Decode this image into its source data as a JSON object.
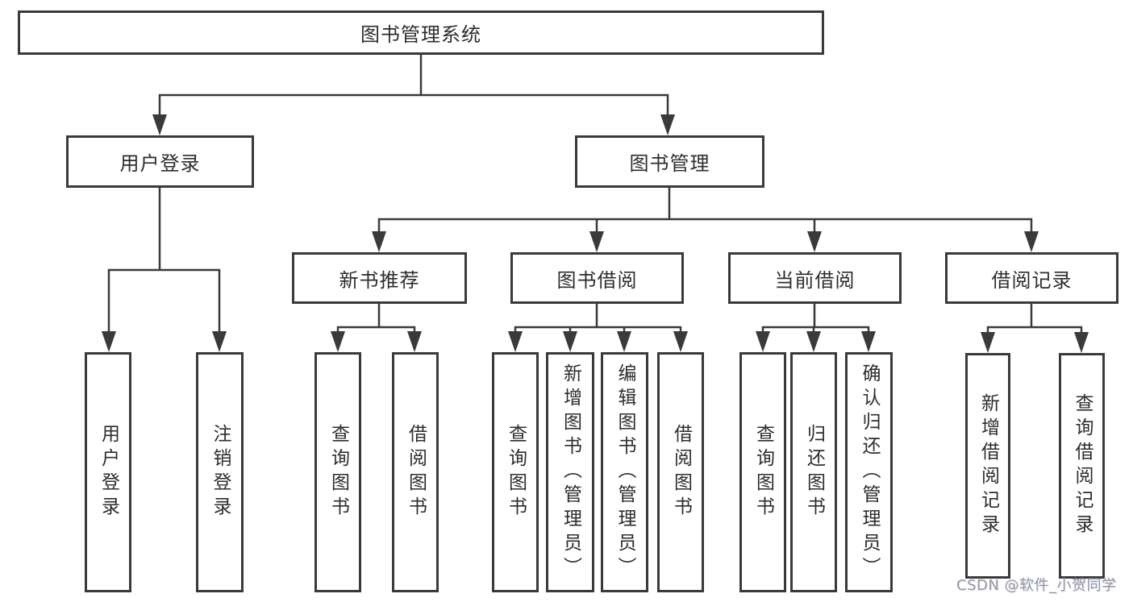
{
  "diagram": {
    "root": {
      "label": "图书管理系统"
    },
    "branches": [
      {
        "label": "用户登录",
        "children": [
          {
            "label": "用户登录"
          },
          {
            "label": "注销登录"
          }
        ]
      },
      {
        "label": "图书管理",
        "children": [
          {
            "label": "新书推荐",
            "children": [
              {
                "label": "查询图书"
              },
              {
                "label": "借阅图书"
              }
            ]
          },
          {
            "label": "图书借阅",
            "children": [
              {
                "label": "查询图书"
              },
              {
                "label": "新增图书（管理员）"
              },
              {
                "label": "编辑图书（管理员）"
              },
              {
                "label": "借阅图书"
              }
            ]
          },
          {
            "label": "当前借阅",
            "children": [
              {
                "label": "查询图书"
              },
              {
                "label": "归还图书"
              },
              {
                "label": "确认归还（管理员）"
              }
            ]
          },
          {
            "label": "借阅记录",
            "children": [
              {
                "label": "新增借阅记录"
              },
              {
                "label": "查询借阅记录"
              }
            ]
          }
        ]
      }
    ],
    "watermark": {
      "text": "CSDN @软件_小贺同学",
      "color": "#97979c"
    },
    "colors": {
      "line": "#3a3a3a",
      "border": "#3a3a3a",
      "text": "#2d2d2d",
      "background": "#ffffff"
    }
  }
}
